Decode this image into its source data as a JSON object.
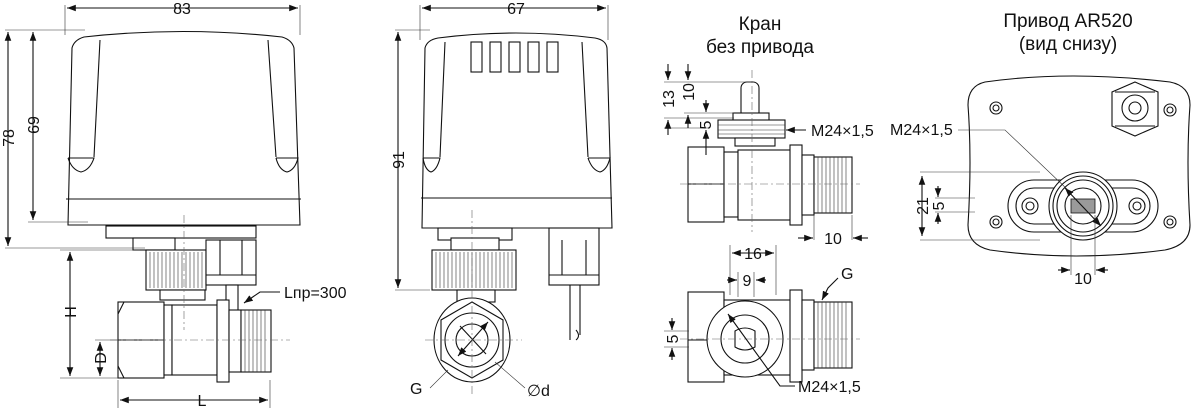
{
  "left_view": {
    "width": "83",
    "height_total": "78",
    "height_body": "69",
    "h_label": "H",
    "d_label": "D",
    "l_label": "L",
    "cable_label": "Lпр=300"
  },
  "front_view": {
    "width": "67",
    "height": "91",
    "g_label": "G",
    "bore_label": "∅d"
  },
  "valve_only": {
    "title_line1": "Кран",
    "title_line2": "без привода",
    "dim_13": "13",
    "dim_10_top": "10",
    "dim_5_top": "5",
    "thread_top": "M24×1,5",
    "dim_10_side": "10",
    "dim_16": "16",
    "dim_9": "9",
    "g_label": "G",
    "dim_5_bottom": "5",
    "thread_bottom": "M24×1,5"
  },
  "actuator_bottom": {
    "title_line1": "Привод AR520",
    "title_line2": "(вид снизу)",
    "thread": "M24×1,5",
    "dim_21": "21",
    "dim_5": "5",
    "dim_10": "10",
    "square_color": "#9a9a9a"
  }
}
